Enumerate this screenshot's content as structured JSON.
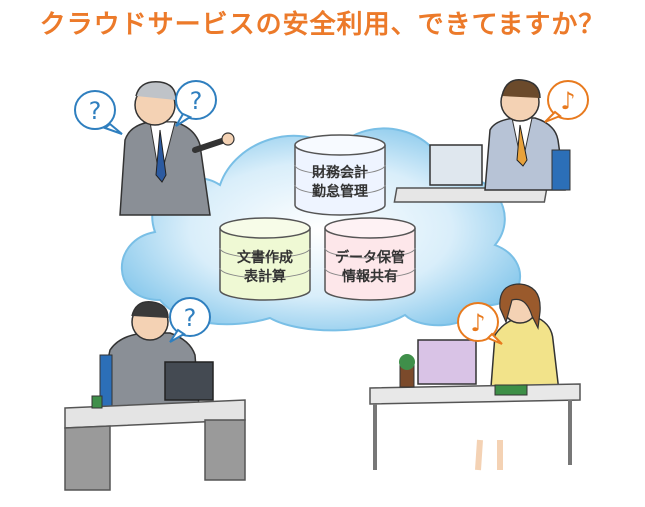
{
  "title": "クラウドサービスの安全利用、できてますか？",
  "databases": [
    {
      "line1": "財務会計",
      "line2": "勤怠管理",
      "color": "#eef4ff"
    },
    {
      "line1": "文書作成",
      "line2": "表計算",
      "color": "#eff9d4"
    },
    {
      "line1": "データ保管",
      "line2": "情報共有",
      "color": "#fde7ea"
    }
  ],
  "bubbles": {
    "question": "?",
    "music": "♪"
  },
  "colors": {
    "title": "#ec7a2a",
    "cloud": "#9ed2ef",
    "bubble_q": "#2f7fbf",
    "bubble_music": "#e87a1e"
  }
}
